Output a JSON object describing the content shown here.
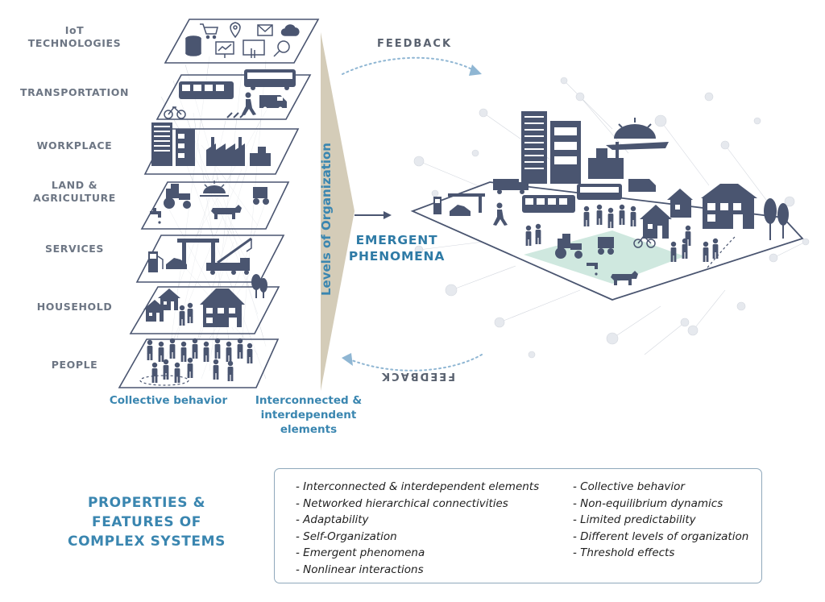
{
  "layers": [
    {
      "key": "iot",
      "label": "IoT\nTECHNOLOGIES"
    },
    {
      "key": "transportation",
      "label": "TRANSPORTATION"
    },
    {
      "key": "workplace",
      "label": "WORKPLACE"
    },
    {
      "key": "land",
      "label": "LAND &\nAGRICULTURE"
    },
    {
      "key": "services",
      "label": "SERVICES"
    },
    {
      "key": "household",
      "label": "HOUSEHOLD"
    },
    {
      "key": "people",
      "label": "PEOPLE"
    }
  ],
  "annotations": {
    "collective": "Collective behavior",
    "interconnected": "Interconnected &\ninterdependent elements",
    "levels": "Levels of Organization",
    "emergent": "EMERGENT\nPHENOMENA",
    "feedback_top": "FEEDBACK",
    "feedback_bottom": "FEEDBACK"
  },
  "properties": {
    "title": "PROPERTIES &\nFEATURES OF\nCOMPLEX SYSTEMS",
    "left": [
      "Interconnected & interdependent elements",
      "Networked hierarchical connectivities",
      "Adaptability",
      "Self-Organization",
      "Emergent phenomena",
      "Nonlinear interactions"
    ],
    "right": [
      "Collective behavior",
      "Non-equilibrium dynamics",
      "Limited predictability",
      "Different levels of organization",
      "Threshold effects"
    ]
  },
  "colors": {
    "accent_blue": "#3a86b0",
    "label_gray": "#6d7684",
    "icon_slate": "#4a5570",
    "plane_outline": "#4a5570",
    "network_gray": "#c5cad3",
    "field_green": "#cfe8df",
    "arrow_tan": "#c9bfa8"
  },
  "icons": [
    "cart-icon",
    "location-pin-icon",
    "mail-icon",
    "cloud-icon",
    "database-icon",
    "monitor-icon",
    "touchscreen-icon",
    "magnifier-icon",
    "tram-icon",
    "bus-icon",
    "bicycle-icon",
    "pedestrian-icon",
    "van-icon",
    "office-building-icon",
    "factory-icon",
    "tractor-icon",
    "sunrise-icon",
    "cow-icon",
    "water-tap-icon",
    "fuel-pump-icon",
    "crane-truck-icon",
    "house-icon",
    "tree-icon",
    "person-icon"
  ]
}
